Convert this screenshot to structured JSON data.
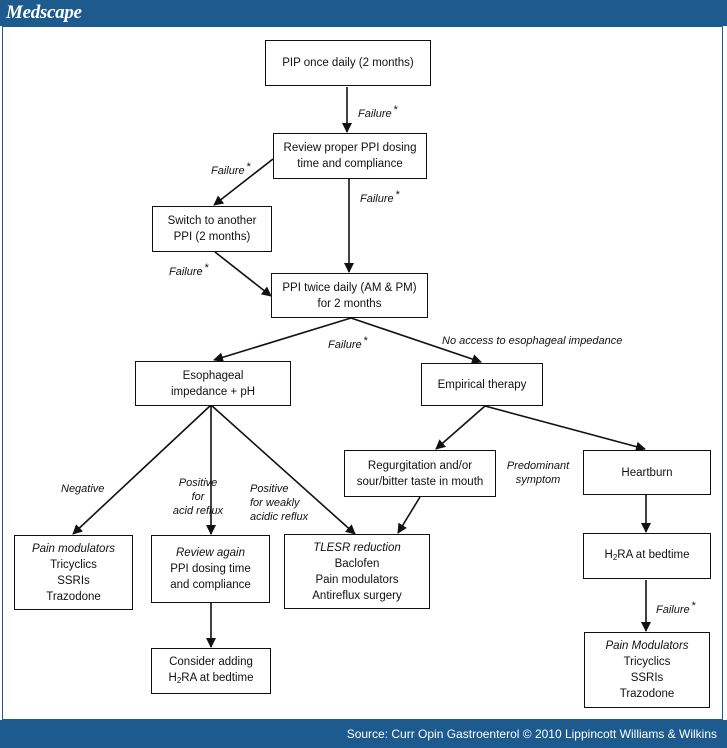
{
  "header": {
    "brand": "Medscape"
  },
  "footer": {
    "source": "Source: Curr Opin Gastroenterol © 2010 Lippincott Williams & Wilkins"
  },
  "nodes": {
    "pip_daily": {
      "lines": [
        "PIP once daily (2 months)"
      ]
    },
    "review_ppi": {
      "lines": [
        "Review proper PPI dosing",
        "time and compliance"
      ]
    },
    "switch_ppi": {
      "lines": [
        "Switch to another",
        "PPI (2 months)"
      ]
    },
    "ppi_twice": {
      "lines": [
        "PPI twice daily (AM & PM)",
        "for 2 months"
      ]
    },
    "impedance": {
      "lines": [
        "Esophageal",
        "impedance + pH"
      ]
    },
    "empirical": {
      "lines": [
        "Empirical therapy"
      ]
    },
    "regurgitation": {
      "lines": [
        "Regurgitation and/or",
        "sour/bitter taste in mouth"
      ]
    },
    "heartburn": {
      "lines": [
        "Heartburn"
      ]
    },
    "pain_mod_1": {
      "heading": "Pain modulators",
      "lines": [
        "Tricyclics",
        "SSRIs",
        "Trazodone"
      ]
    },
    "review_again": {
      "heading": "Review again",
      "lines": [
        "PPI dosing time",
        "and compliance"
      ]
    },
    "tlesr": {
      "heading": "TLESR reduction",
      "lines": [
        "Baclofen",
        "Pain modulators",
        "Antireflux surgery"
      ]
    },
    "h2ra_1": {
      "pre": "H",
      "sub": "2",
      "post": "RA at bedtime"
    },
    "consider": {
      "lines": [
        "Consider adding"
      ],
      "pre": "H",
      "sub": "2",
      "post": "RA at bedtime"
    },
    "pain_mod_2": {
      "heading": "Pain Modulators",
      "lines": [
        "Tricyclics",
        "SSRIs",
        "Trazodone"
      ]
    }
  },
  "edge_labels": {
    "failure": "Failure",
    "asterisk": "*",
    "no_access": "No access to esophageal impedance",
    "negative": "Negative",
    "positive_acid": [
      "Positive",
      "for",
      "acid reflux"
    ],
    "positive_weak": [
      "Positive",
      "for weakly",
      "acidic reflux"
    ],
    "predominant": [
      "Predominant",
      "symptom"
    ]
  },
  "colors": {
    "brand_blue": "#1d5a8e",
    "line": "#111111"
  }
}
